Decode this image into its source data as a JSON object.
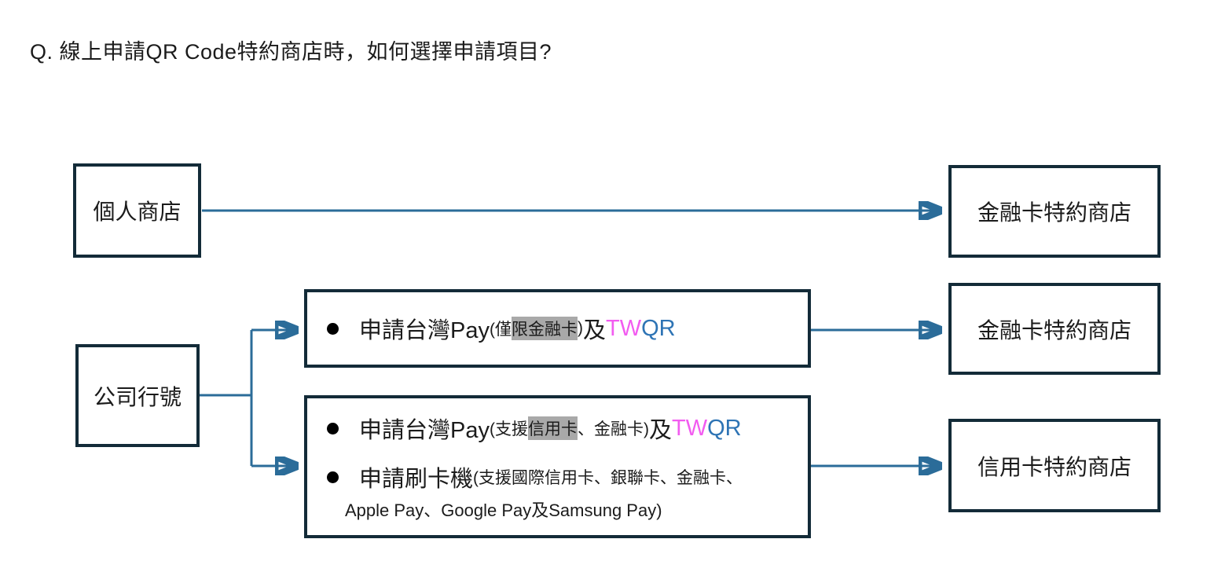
{
  "title": "Q. 線上申請QR Code特約商店時，如何選擇申請項目?",
  "colors": {
    "page_bg": "#ffffff",
    "box_border": "#132b38",
    "connector": "#2b6c99",
    "text": "#1b1b1b",
    "highlight_bg": "#a9a9a9",
    "tw_pink": "#f25cf0",
    "qr_blue": "#2e74b5",
    "bullet": "#000000"
  },
  "nodes": {
    "left": [
      {
        "id": "personal-store",
        "label": "個人商店"
      },
      {
        "id": "company",
        "label": "公司行號"
      }
    ],
    "right": [
      {
        "id": "debit-merchant-1",
        "label": "金融卡特約商店"
      },
      {
        "id": "debit-merchant-2",
        "label": "金融卡特約商店"
      },
      {
        "id": "credit-merchant",
        "label": "信用卡特約商店"
      }
    ]
  },
  "options": {
    "box1": {
      "line1": {
        "main": "申請台灣Pay ",
        "paren_open": "(僅",
        "highlighted": "限金融卡",
        "paren_close": ")",
        "conj": "及",
        "tw": "TW",
        "qr": "QR"
      }
    },
    "box2": {
      "line1": {
        "main": "申請台灣Pay",
        "paren_open": "(支援",
        "highlighted": "信用卡",
        "paren_close": "、金融卡)",
        "conj": "及",
        "tw": "TW",
        "qr": "QR"
      },
      "line2": {
        "main": "申請刷卡機",
        "detail": "(支援國際信用卡、銀聯卡、金融卡、"
      },
      "line3": "Apple Pay、Google Pay及Samsung Pay)"
    }
  },
  "edges": [
    {
      "from": "personal-store",
      "to": "debit-merchant-1"
    },
    {
      "from": "company",
      "to": "option-box-1"
    },
    {
      "from": "company",
      "to": "option-box-2"
    },
    {
      "from": "option-box-1",
      "to": "debit-merchant-2"
    },
    {
      "from": "option-box-2",
      "to": "credit-merchant"
    }
  ]
}
